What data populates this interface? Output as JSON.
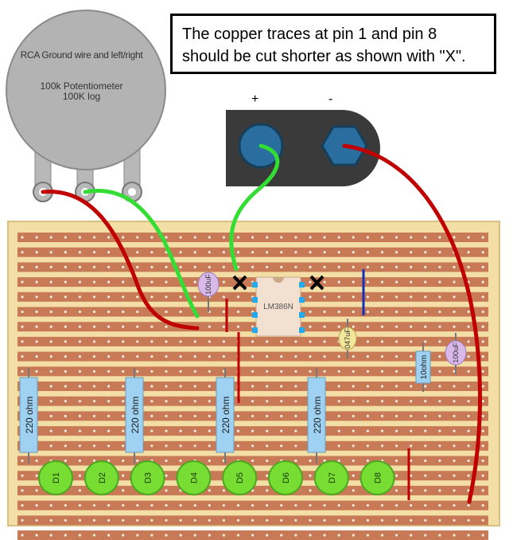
{
  "note": {
    "line1": "The copper traces at pin 1 and pin 8",
    "line2": "should be cut shorter as shown with \"X\"."
  },
  "potentiometer": {
    "label": "RCA Ground wire and left/right",
    "name": "100k Potentiometer",
    "value": "100K log"
  },
  "jack": {
    "plus": "+",
    "minus": "-"
  },
  "ic": {
    "label": "LM386N"
  },
  "cut_mark": "X",
  "resistors": [
    {
      "label": "220 ohm"
    },
    {
      "label": "220 ohm"
    },
    {
      "label": "220 ohm"
    },
    {
      "label": "220 ohm"
    },
    {
      "label": "10ohm"
    }
  ],
  "capacitors": [
    {
      "label": "100uF"
    },
    {
      "label": "047uF"
    },
    {
      "label": "100uF"
    }
  ],
  "leds": [
    "D1",
    "D2",
    "D3",
    "D4",
    "D5",
    "D6",
    "D7",
    "D8"
  ],
  "colors": {
    "board": "#f3dfa6",
    "copper_trace": "#c77a55",
    "wire_red": "#c00000",
    "wire_green": "#33dd33",
    "led": "#77dd33",
    "resistor": "#9fd1f2",
    "capacitor": "#d9b8ea",
    "ic": "#f2e0d0",
    "jumper_blue": "#1030c0"
  }
}
